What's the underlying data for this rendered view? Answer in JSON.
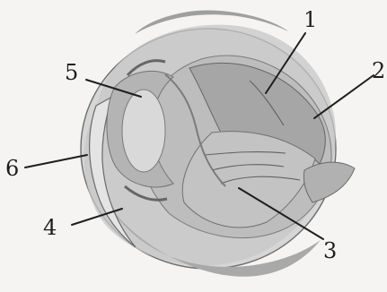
{
  "figure": {
    "subject": "eye-cross-section",
    "labels": [
      {
        "id": "label-1",
        "text": "1"
      },
      {
        "id": "label-2",
        "text": "2"
      },
      {
        "id": "label-3",
        "text": "3"
      },
      {
        "id": "label-4",
        "text": "4"
      },
      {
        "id": "label-5",
        "text": "5"
      },
      {
        "id": "label-6",
        "text": "6"
      }
    ]
  },
  "colors": {
    "background": "#f5f4f2",
    "outer_wall": "#b8b8b8",
    "inner_cavity": "#cfcfcf",
    "shadow": "#8d8d8d",
    "line": "#1e1e1e"
  }
}
